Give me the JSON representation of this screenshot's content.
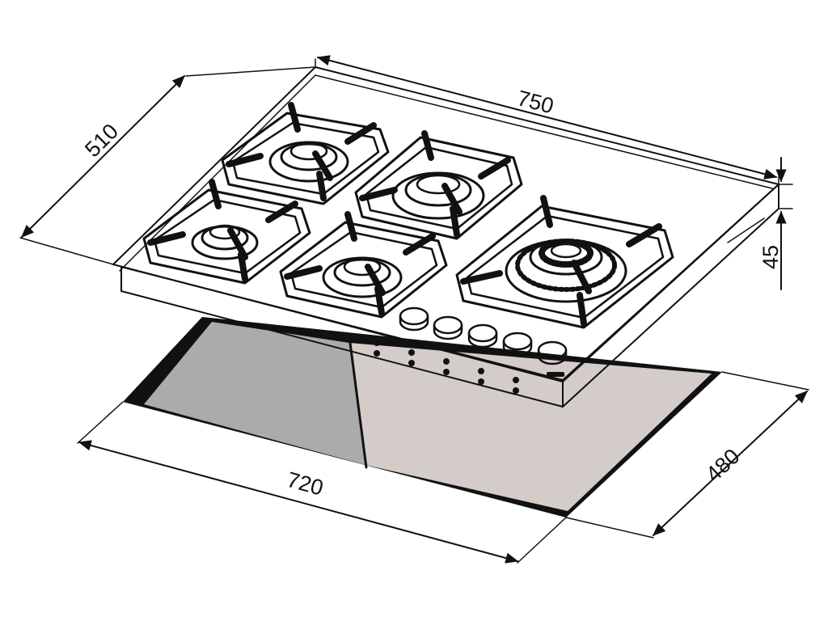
{
  "dimensions": {
    "hob_width": "750",
    "hob_depth": "510",
    "hob_height": "45",
    "cutout_width": "720",
    "cutout_depth": "480"
  },
  "colors": {
    "line": "#111111",
    "cutout_left": "#ababab",
    "cutout_right": "#d4ccc8",
    "cutout_edge": "#111111",
    "background": "#ffffff"
  },
  "parts": {
    "burners": [
      "burner-back-left",
      "burner-front-left",
      "burner-back-middle",
      "burner-front-middle",
      "burner-wok-right"
    ],
    "knob_count": 5
  }
}
